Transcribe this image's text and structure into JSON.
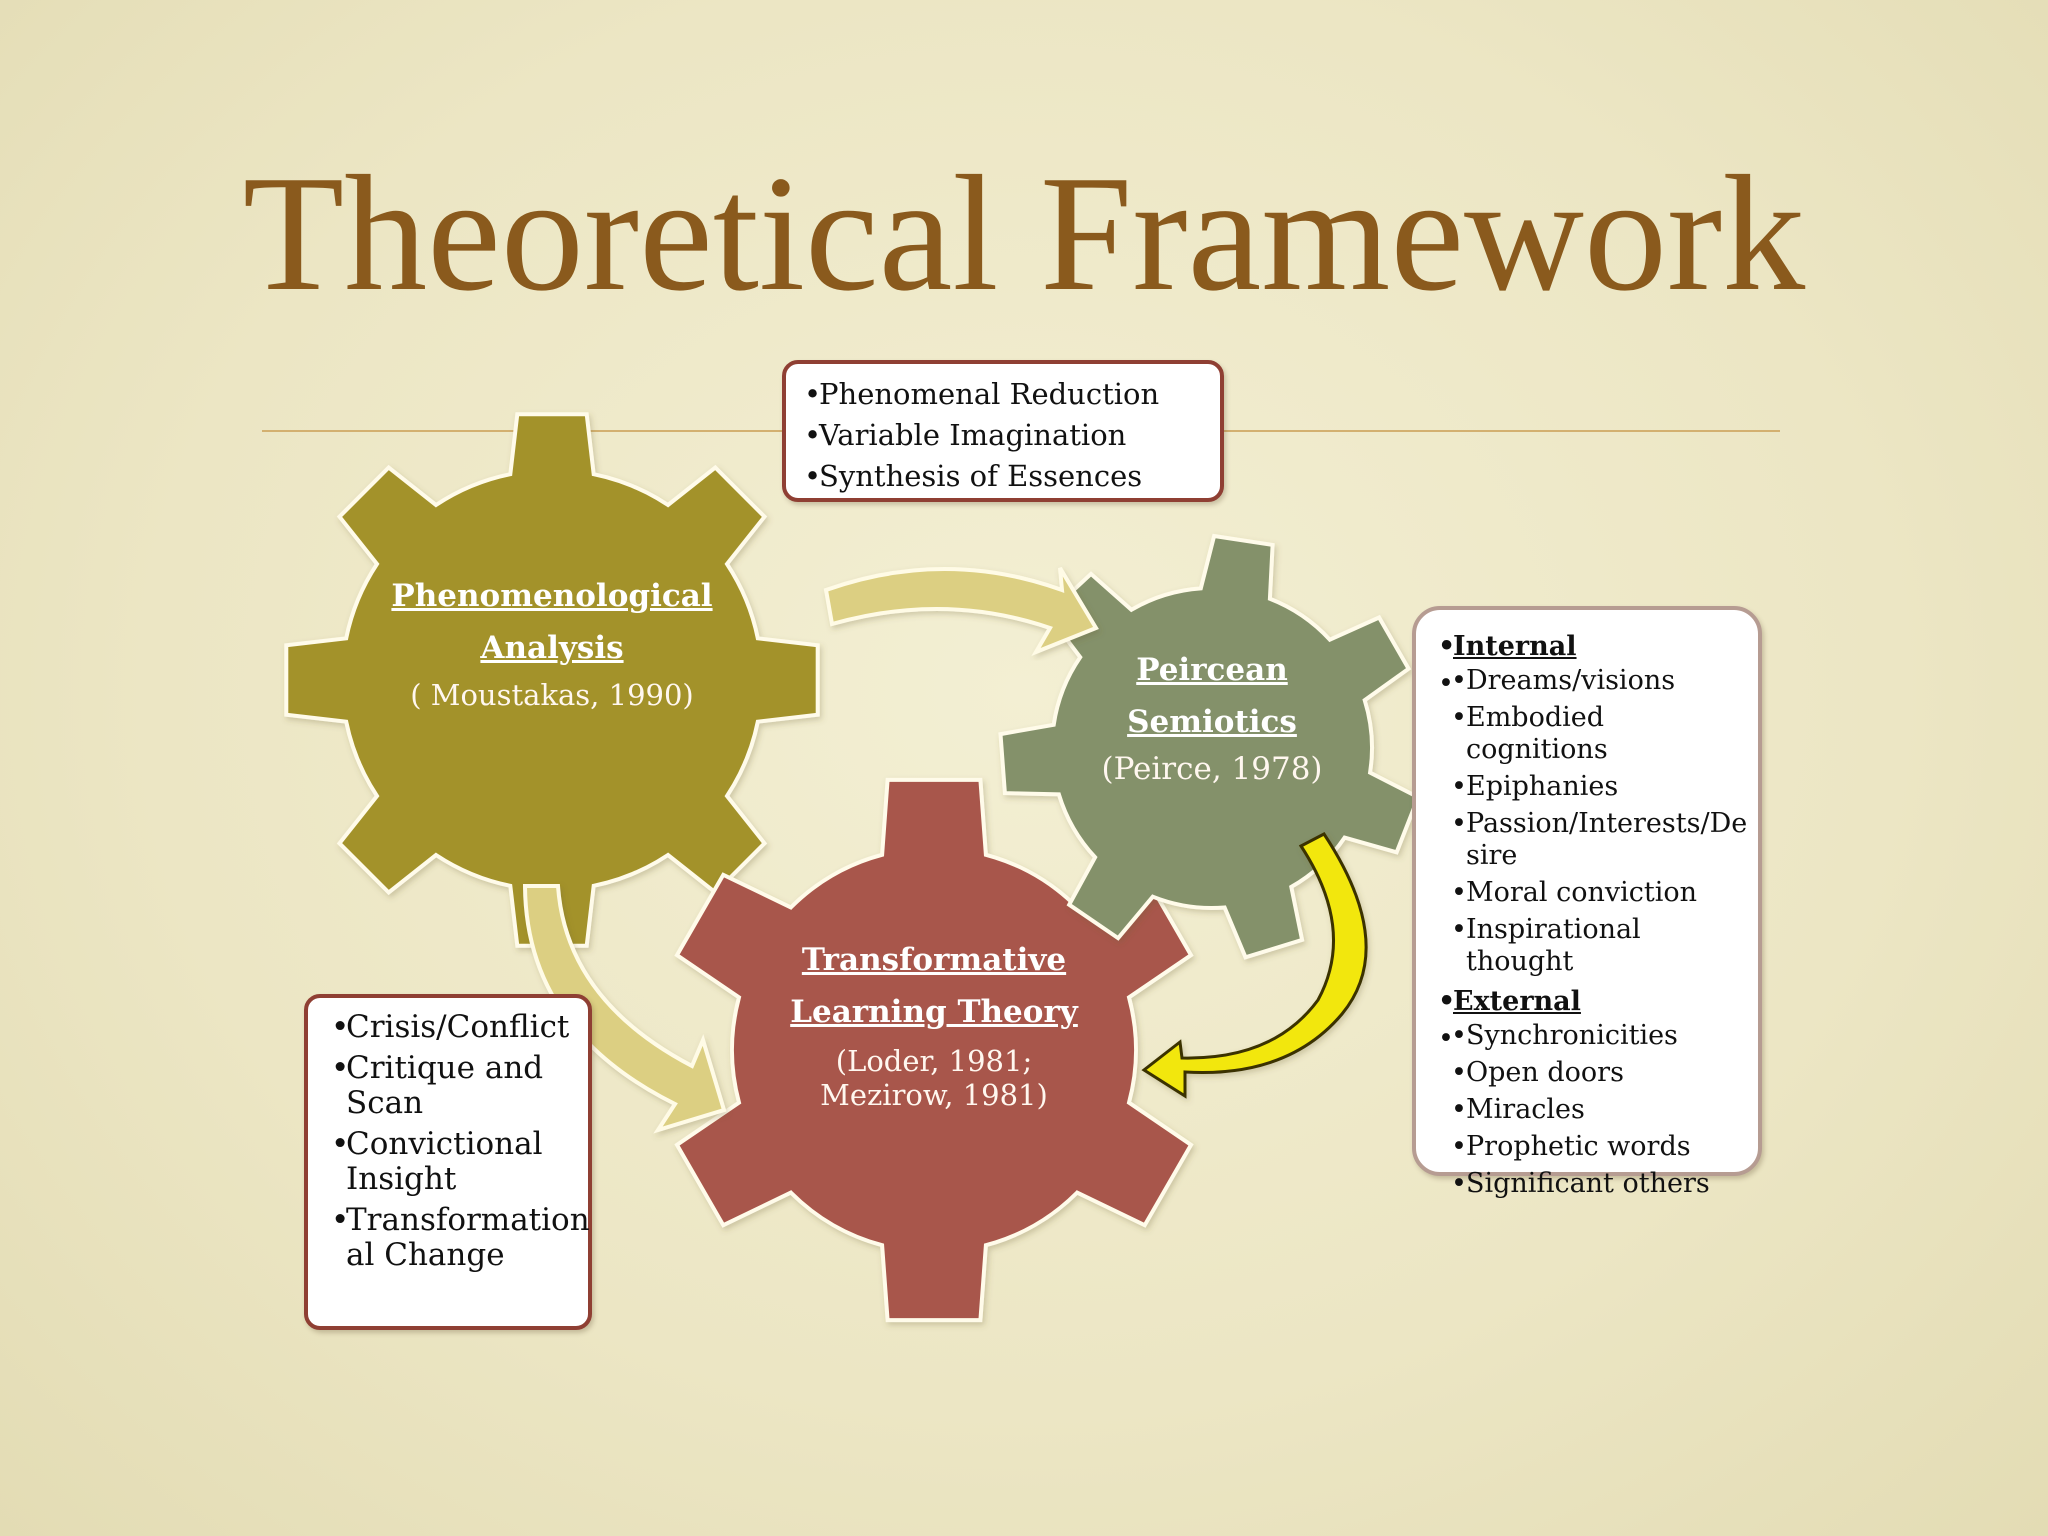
{
  "title": "Theoretical Framework",
  "gears": {
    "phenomenological": {
      "name_line1": "Phenomenological",
      "name_line2": "Analysis",
      "cite": "( Moustakas, 1990)",
      "color": "#a3922c"
    },
    "peircean": {
      "name_line1": "Peircean",
      "name_line2": "Semiotics",
      "cite": "(Peirce, 1978)",
      "color": "#84916a"
    },
    "transformative": {
      "name_line1": "Transformative",
      "name_line2": "Learning Theory",
      "cite_line1": "(Loder, 1981;",
      "cite_line2": "Mezirow, 1981)",
      "color": "#a8574b"
    }
  },
  "box_top": {
    "items": [
      "Phenomenal Reduction",
      "Variable Imagination",
      "Synthesis of Essences"
    ]
  },
  "box_left": {
    "items": [
      "Crisis/Conflict",
      "Critique and Scan",
      "Convictional Insight",
      "Transformation al Change"
    ]
  },
  "box_right": {
    "internal_heading": "Internal",
    "internal_items": [
      "Dreams/visions",
      "Embodied cognitions",
      "Epiphanies",
      "Passion/Interests/De sire",
      "Moral conviction",
      "Inspirational thought"
    ],
    "external_heading": "External",
    "external_items": [
      "Synchronicities",
      "Open doors",
      "Miracles",
      "Prophetic words",
      "Significant others"
    ]
  },
  "colors": {
    "title": "#8a5a1d",
    "box_border": "#8f3f33",
    "arrow_tan": "#dccf82",
    "arrow_yellow": "#f2e70e"
  }
}
